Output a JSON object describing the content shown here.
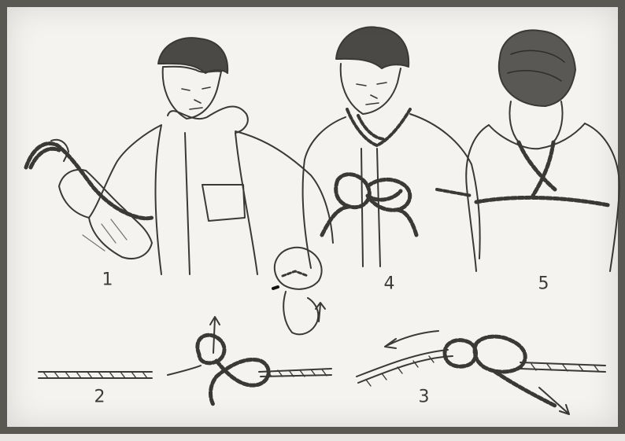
{
  "illustration": {
    "ink_color": "#3b3936",
    "paper_color": "#f4f3f0",
    "step_numbers": {
      "step1": "1",
      "step2": "2",
      "step3": "3",
      "step4": "4",
      "step5": "5"
    }
  }
}
